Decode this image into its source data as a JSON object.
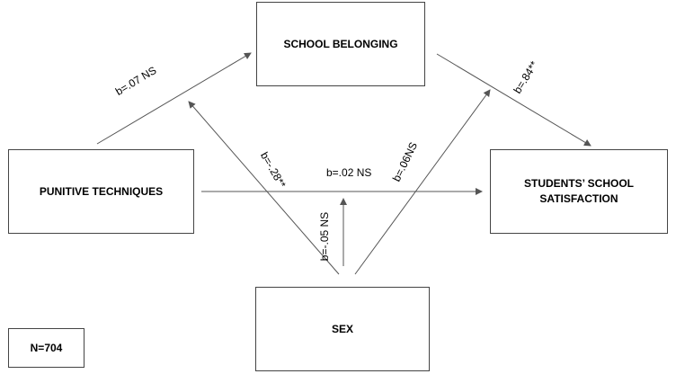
{
  "nodes": {
    "school_belonging": "SCHOOL BELONGING",
    "punitive_techniques": "PUNITIVE TECHNIQUES",
    "students_satisfaction_line1": "STUDENTS’ SCHOOL",
    "students_satisfaction_line2": "SATISFACTION",
    "sex": "SEX",
    "sample_size": "N=704"
  },
  "paths": {
    "punitive_to_belonging": "b=.07 NS",
    "belonging_to_satisfaction": "b=.84**",
    "punitive_to_satisfaction": "b=.02 NS",
    "sex_to_path_a": "b=-.28**",
    "sex_to_direct_path": "b=-.05 NS",
    "sex_to_path_b": "b=.06NS"
  },
  "colors": {
    "line": "#555555",
    "border": "#444444"
  }
}
